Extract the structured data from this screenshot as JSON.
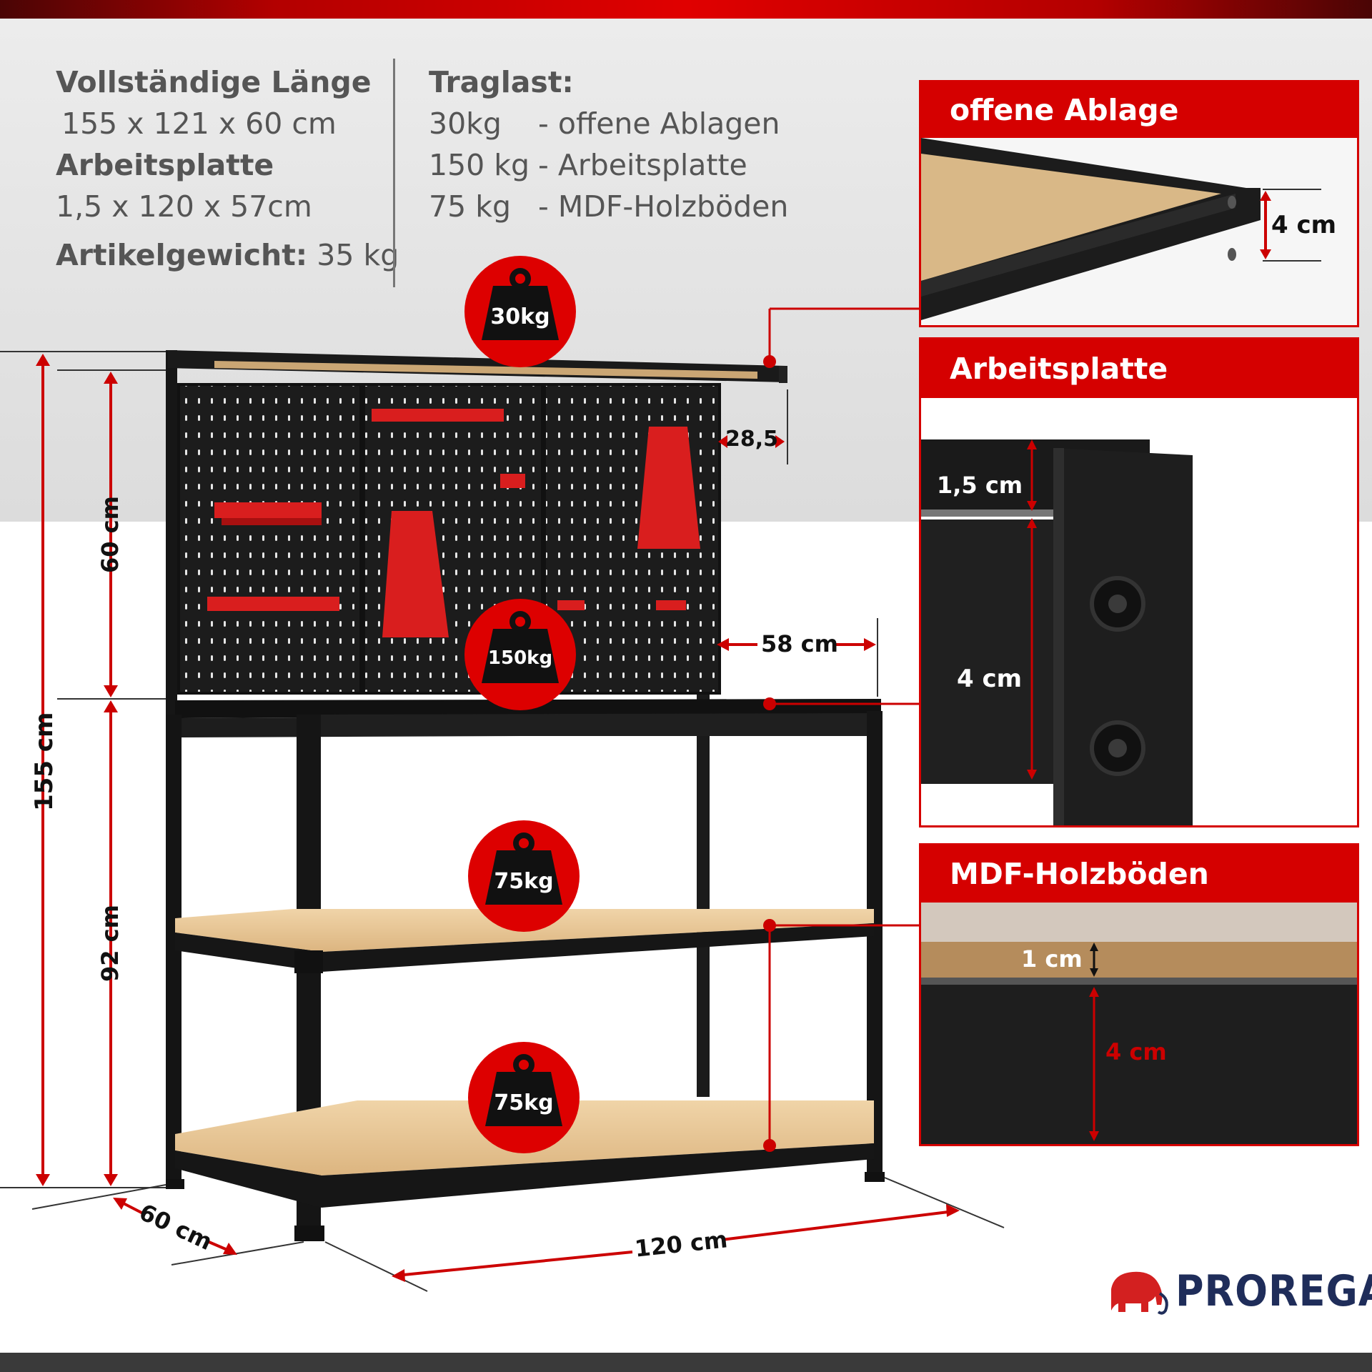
{
  "specs": {
    "length_label": "Vollständige Länge",
    "length_value": "155 x 121 x 60 cm",
    "worktop_label": "Arbeitsplatte",
    "worktop_value": "1,5 x 120 x 57cm",
    "weight_label": "Artikelgewicht:",
    "weight_value": "35 kg"
  },
  "load": {
    "title": "Traglast:",
    "rows": [
      {
        "kg": "30kg",
        "desc": "- offene Ablagen"
      },
      {
        "kg": "150 kg",
        "desc": "- Arbeitsplatte"
      },
      {
        "kg": "75 kg",
        "desc": "- MDF-Holzböden"
      }
    ]
  },
  "panels": {
    "open_shelf": {
      "title": "offene Ablage",
      "dim": "4 cm"
    },
    "worktop": {
      "title": "Arbeitsplatte",
      "dim_top": "1,5 cm",
      "dim_bottom": "4 cm"
    },
    "mdf": {
      "title": "MDF-Holzböden",
      "dim_top": "1 cm",
      "dim_bottom": "4 cm"
    }
  },
  "badges": {
    "top": "30kg",
    "worktop": "150kg",
    "middle": "75kg",
    "bottom": "75kg"
  },
  "dimensions": {
    "total_height": "155 cm",
    "upper_height": "60 cm",
    "lower_height": "92 cm",
    "shelf_depth": "28,5",
    "upper_depth": "58 cm",
    "depth": "60 cm",
    "width": "120 cm"
  },
  "brand": {
    "name": "PROREGAL"
  },
  "colors": {
    "accent": "#d50000",
    "frame": "#1b1b1b",
    "wood": "#e8c79a",
    "brand_navy": "#1f2d5a"
  },
  "icons": [
    "weight-icon",
    "mammoth-logo-icon"
  ]
}
